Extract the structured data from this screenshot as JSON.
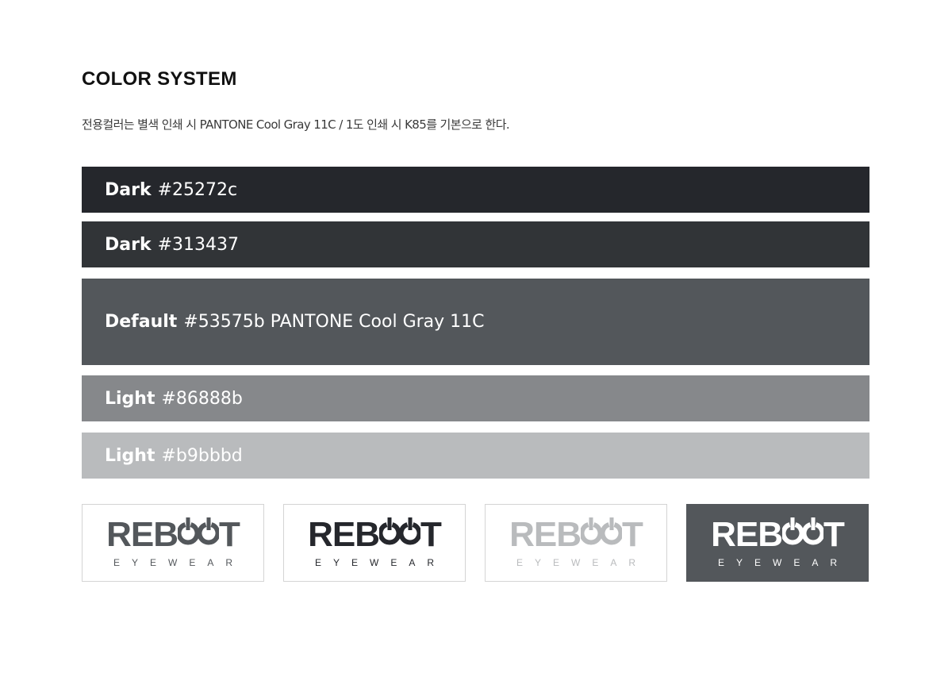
{
  "heading": "COLOR SYSTEM",
  "description": "전용컬러는 별색 인쇄 시 PANTONE Cool Gray 11C / 1도 인쇄 시 K85를 기본으로 한다.",
  "swatches": [
    {
      "name": "Dark",
      "code": "#25272c",
      "color": "#25272c"
    },
    {
      "name": "Dark",
      "code": "#313437",
      "color": "#313437"
    },
    {
      "name": "Default",
      "code": "#53575b PANTONE Cool Gray 11C",
      "color": "#53575b"
    },
    {
      "name": "Light",
      "code": "#86888b",
      "color": "#86888b"
    },
    {
      "name": "Light",
      "code": "#b9bbbd",
      "color": "#b9bbbd"
    }
  ],
  "logo": {
    "word_start": "REB",
    "word_end": "T",
    "subtitle": "EYEWEAR"
  },
  "logo_variants": [
    {
      "fg": "#53575b",
      "bg": "#ffffff"
    },
    {
      "fg": "#25272c",
      "bg": "#ffffff"
    },
    {
      "fg": "#b9bbbd",
      "bg": "#ffffff"
    },
    {
      "fg": "#ffffff",
      "bg": "#53575b"
    }
  ]
}
